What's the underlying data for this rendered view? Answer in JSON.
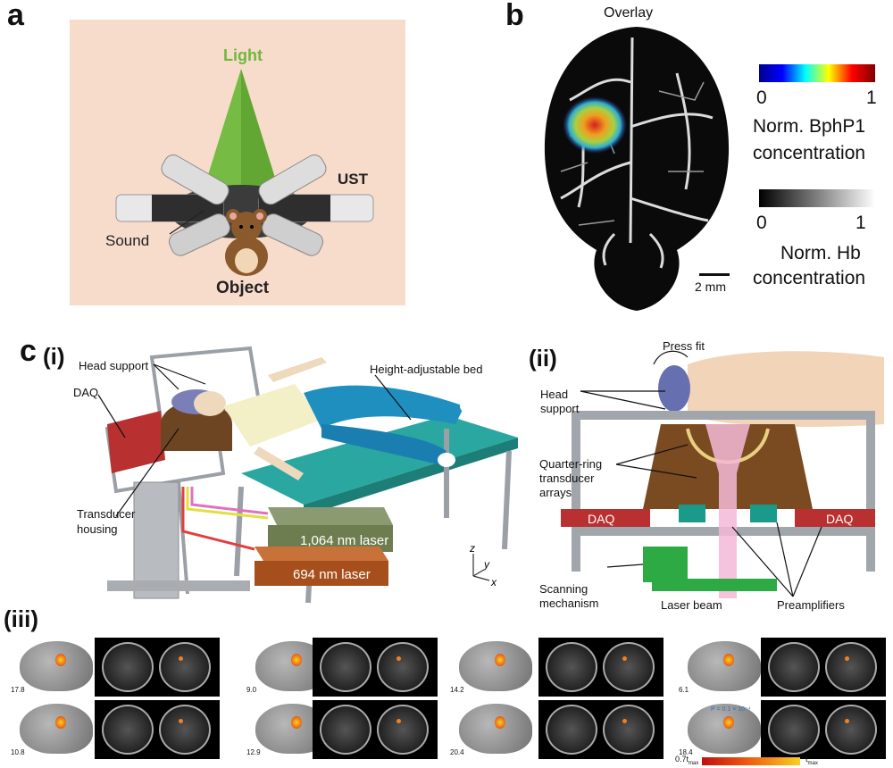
{
  "panel_a": {
    "label": "a",
    "light": "Light",
    "ust": "UST",
    "sound": "Sound",
    "object": "Object",
    "colors": {
      "background": "#f7dccb",
      "light": "#6fb83c"
    }
  },
  "panel_b": {
    "label": "b",
    "title": "Overlay",
    "scale_bar": "2 mm",
    "colorbar1": {
      "min": "0",
      "max": "1",
      "label_line1": "Norm. BphP1",
      "label_line2": "concentration"
    },
    "colorbar2": {
      "min": "0",
      "max": "1",
      "label_line1": "Norm. Hb",
      "label_line2": "concentration"
    }
  },
  "panel_c": {
    "label": "c",
    "sub_i": {
      "label": "(i)",
      "head_support": "Head support",
      "daq": "DAQ",
      "transducer_housing_1": "Transducer",
      "transducer_housing_2": "housing",
      "bed": "Height-adjustable bed",
      "laser_1064": "1,064 nm laser",
      "laser_694": "694 nm laser",
      "axis_z": "z",
      "axis_y": "y",
      "axis_x": "x"
    },
    "sub_ii": {
      "label": "(ii)",
      "press_fit": "Press fit",
      "head_support_1": "Head",
      "head_support_2": "support",
      "quarter_ring_1": "Quarter-ring",
      "quarter_ring_2": "transducer",
      "quarter_ring_3": "arrays",
      "daq_left": "DAQ",
      "daq_right": "DAQ",
      "scanning_1": "Scanning",
      "scanning_2": "mechanism",
      "laser_beam": "Laser beam",
      "preamplifiers": "Preamplifiers"
    },
    "sub_iii": {
      "label": "(iii)",
      "groups": [
        {
          "top_value": "17.8",
          "bottom_value": "10.8"
        },
        {
          "top_value": "9.0",
          "bottom_value": "12.9"
        },
        {
          "top_value": "14.2",
          "bottom_value": "20.4"
        },
        {
          "top_value": "6.1",
          "bottom_value": "18.4"
        }
      ],
      "p_value": "P = 0.1 × 10⁻⁴",
      "colorbar_min": "0.7t",
      "colorbar_min_sub": "max",
      "colorbar_max": "t",
      "colorbar_max_sub": "max"
    }
  }
}
